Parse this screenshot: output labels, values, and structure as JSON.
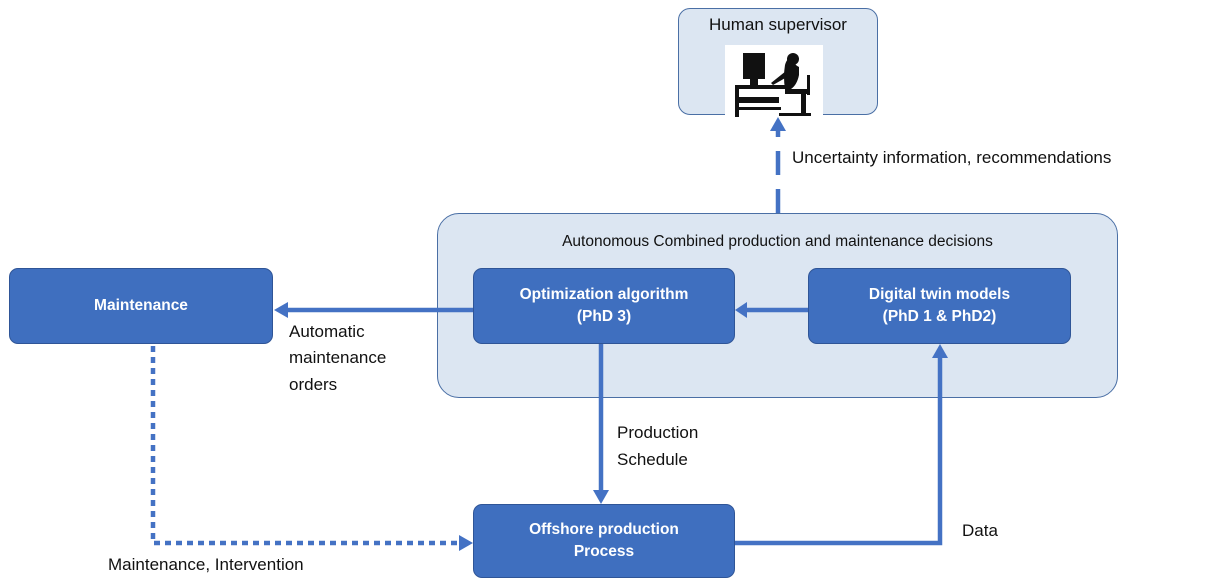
{
  "supervisor": {
    "title": "Human supervisor",
    "icon": "person-at-computer-icon"
  },
  "container": {
    "title": "Autonomous Combined production and maintenance decisions"
  },
  "optimization": {
    "line1": "Optimization algorithm",
    "line2": "(PhD 3)"
  },
  "twin": {
    "line1": "Digital twin models",
    "line2": "(PhD 1 & PhD2)"
  },
  "maintenance": {
    "label": "Maintenance"
  },
  "offshore": {
    "line1": "Offshore production",
    "line2": "Process"
  },
  "labels": {
    "uncertainty": "Uncertainty information, recommendations",
    "auto1": "Automatic",
    "auto2": "maintenance",
    "auto3": "orders",
    "prod1": "Production",
    "prod2": "Schedule",
    "data": "Data",
    "maint_intervention": "Maintenance, Intervention"
  },
  "colors": {
    "box_fill": "#3f6fbf",
    "container_fill": "#dce6f2",
    "arrow": "#4472c4"
  }
}
